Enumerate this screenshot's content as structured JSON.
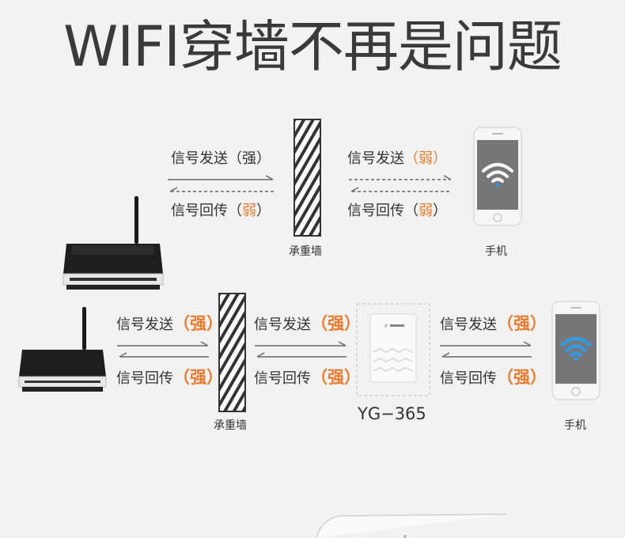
{
  "title": "WIFI穿墙不再是问题",
  "top": {
    "left_send": {
      "text": "信号发送",
      "open": "（",
      "strength": "强",
      "close": "）"
    },
    "left_return": {
      "text": "信号回传",
      "open": "（",
      "strength": "弱",
      "close": "）"
    },
    "right_send": {
      "text": "信号发送",
      "open": "（",
      "strength": "弱",
      "close": "）"
    },
    "right_return": {
      "text": "信号回传",
      "open": "（",
      "strength": "弱",
      "close": "）"
    },
    "wall_caption": "承重墙",
    "phone_caption": "手机"
  },
  "bottom": {
    "seg1_send": {
      "text": "信号发送",
      "open": "（",
      "strength": "强",
      "close": "）"
    },
    "seg1_return": {
      "text": "信号回传",
      "open": "（",
      "strength": "强",
      "close": "）"
    },
    "seg2_send": {
      "text": "信号发送",
      "open": "（",
      "strength": "强",
      "close": "）"
    },
    "seg2_return": {
      "text": "信号回传",
      "open": "（",
      "strength": "强",
      "close": "）"
    },
    "seg3_send": {
      "text": "信号发送",
      "open": "（",
      "strength": "强",
      "close": "）"
    },
    "seg3_return": {
      "text": "信号回传",
      "open": "（",
      "strength": "强",
      "close": "）"
    },
    "wall_caption": "承重墙",
    "device_model": "YG−365",
    "phone_caption": "手机"
  },
  "colors": {
    "accent": "#ef7a2b",
    "wifi": "#2f9be8",
    "background": "#f2f2f2"
  }
}
